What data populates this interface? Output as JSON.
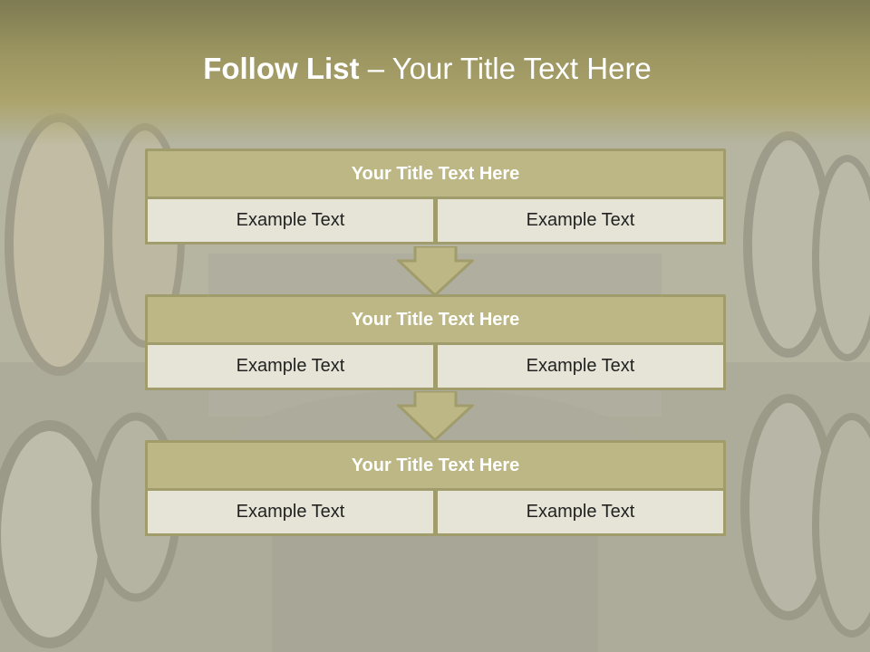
{
  "slide": {
    "title_bold": "Follow List",
    "title_rest": "– Your Title Text Here"
  },
  "blocks": [
    {
      "title": "Your Title Text Here",
      "cells": [
        "Example Text",
        "Example Text"
      ]
    },
    {
      "title": "Your Title Text Here",
      "cells": [
        "Example Text",
        "Example Text"
      ]
    },
    {
      "title": "Your Title Text Here",
      "cells": [
        "Example Text",
        "Example Text"
      ]
    }
  ],
  "colors": {
    "title_band": "#9a9460",
    "header_fill": "#bdb785",
    "border": "#a19c6b",
    "cell_fill": "#e6e4d7",
    "arrow_fill": "#bdb785"
  },
  "background": {
    "subject": "wine barrels in a cellar (faded photo)"
  }
}
